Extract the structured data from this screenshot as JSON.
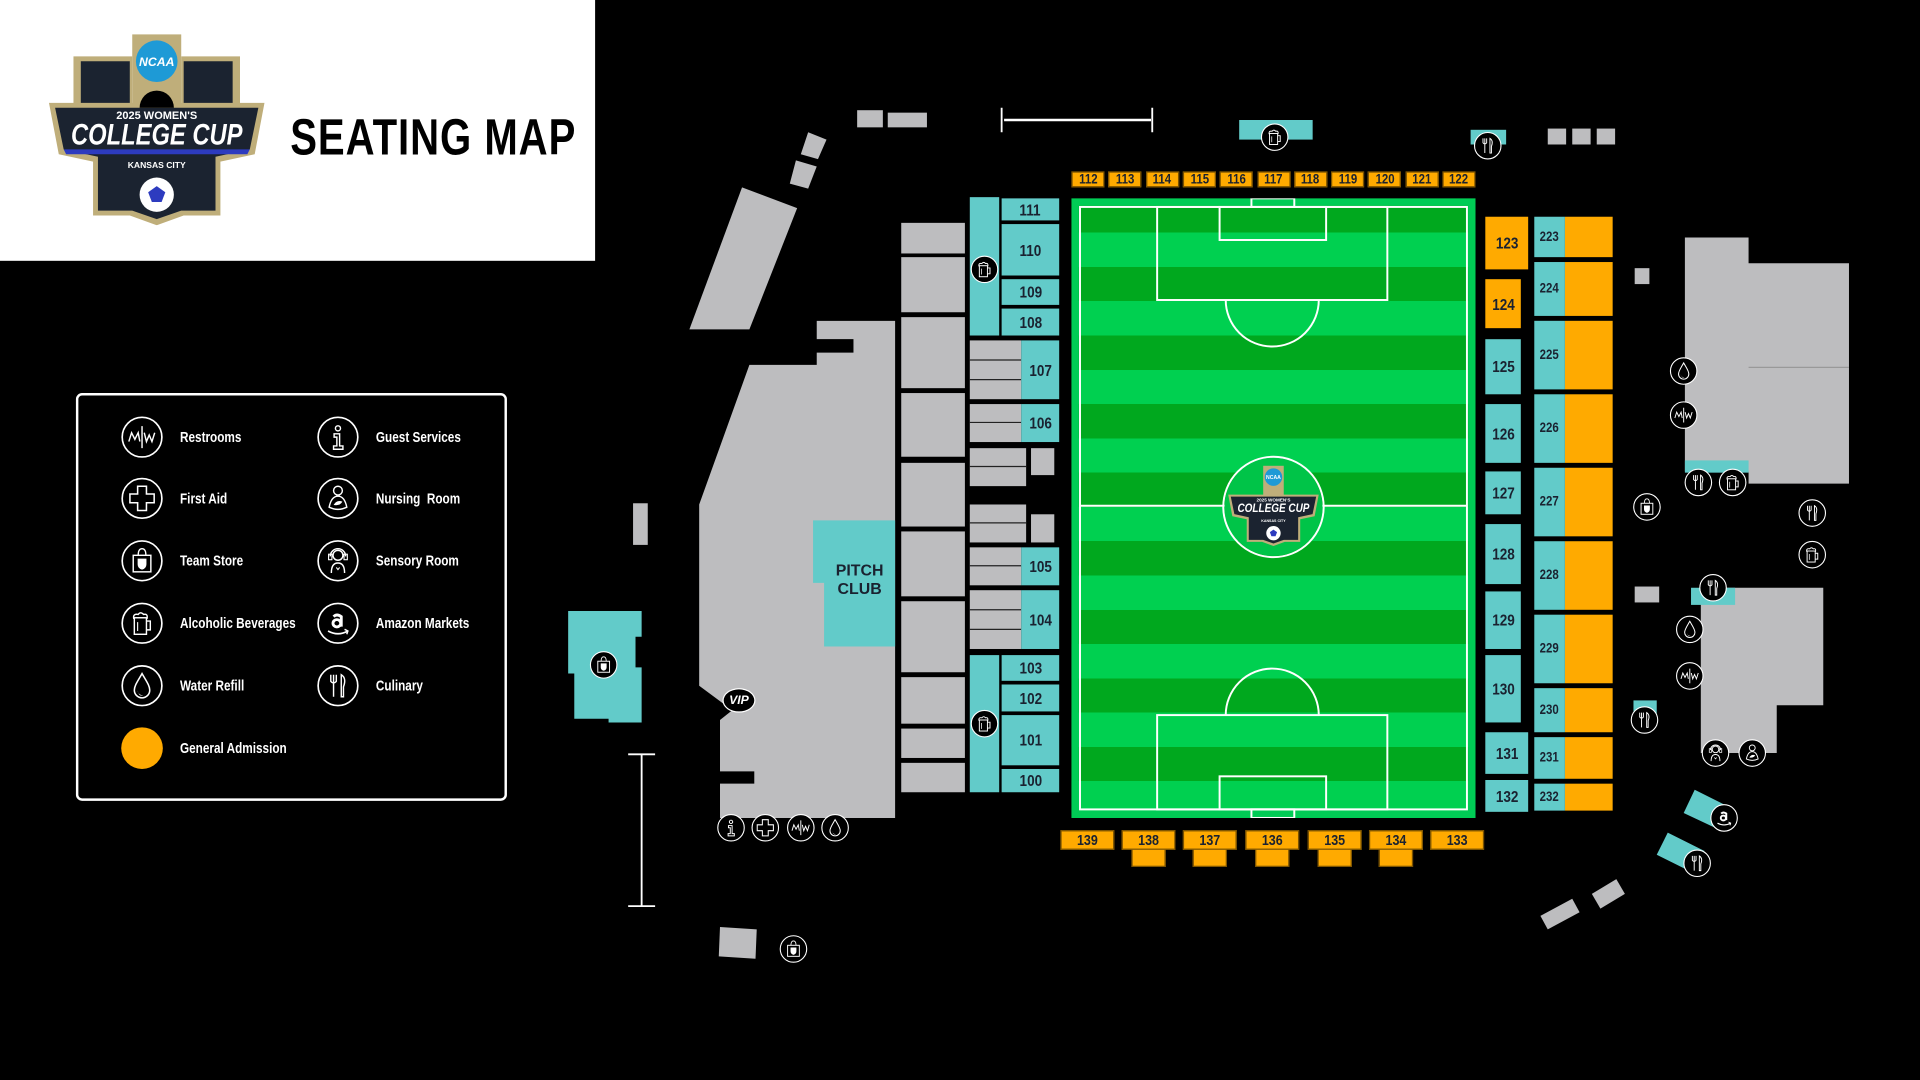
{
  "header": {
    "title": "SEATING MAP",
    "logo": {
      "org": "NCAA",
      "year_line": "2025 WOMEN'S",
      "name": "COLLEGE CUP",
      "city": "KANSAS CITY"
    }
  },
  "legend": {
    "items": [
      {
        "icon": "restroom",
        "label": "Restrooms"
      },
      {
        "icon": "info",
        "label": "Guest Services"
      },
      {
        "icon": "firstaid",
        "label": "First Aid"
      },
      {
        "icon": "nursing",
        "label": "Nursing  Room"
      },
      {
        "icon": "store",
        "label": "Team Store"
      },
      {
        "icon": "sensory",
        "label": "Sensory Room"
      },
      {
        "icon": "beer",
        "label": "Alcoholic Beverages"
      },
      {
        "icon": "amazon",
        "label": "Amazon Markets"
      },
      {
        "icon": "water",
        "label": "Water Refill"
      },
      {
        "icon": "culinary",
        "label": "Culinary"
      },
      {
        "icon": "general-admission",
        "label": "General Admission"
      }
    ]
  },
  "colors": {
    "general_admission": "#ffaa00",
    "reserved": "#62cbc9",
    "concourse": "#bdbdbf",
    "pitch_light": "#00d050",
    "pitch_dark": "#00a81e"
  },
  "map": {
    "pitch_club": [
      "PITCH",
      "CLUB"
    ],
    "vip": "VIP",
    "sections": {
      "top": [
        "112",
        "113",
        "114",
        "115",
        "116",
        "117",
        "118",
        "119",
        "120",
        "121",
        "122"
      ],
      "bottom": [
        "139",
        "138",
        "137",
        "136",
        "135",
        "134",
        "133"
      ],
      "west": [
        "111",
        "110",
        "109",
        "108",
        "107",
        "106",
        "105",
        "104",
        "103",
        "102",
        "101",
        "100"
      ],
      "east_lower": [
        "123",
        "124",
        "125",
        "126",
        "127",
        "128",
        "129",
        "130",
        "131",
        "132"
      ],
      "east_upper": [
        "223",
        "224",
        "225",
        "226",
        "227",
        "228",
        "229",
        "230",
        "231",
        "232"
      ]
    }
  }
}
